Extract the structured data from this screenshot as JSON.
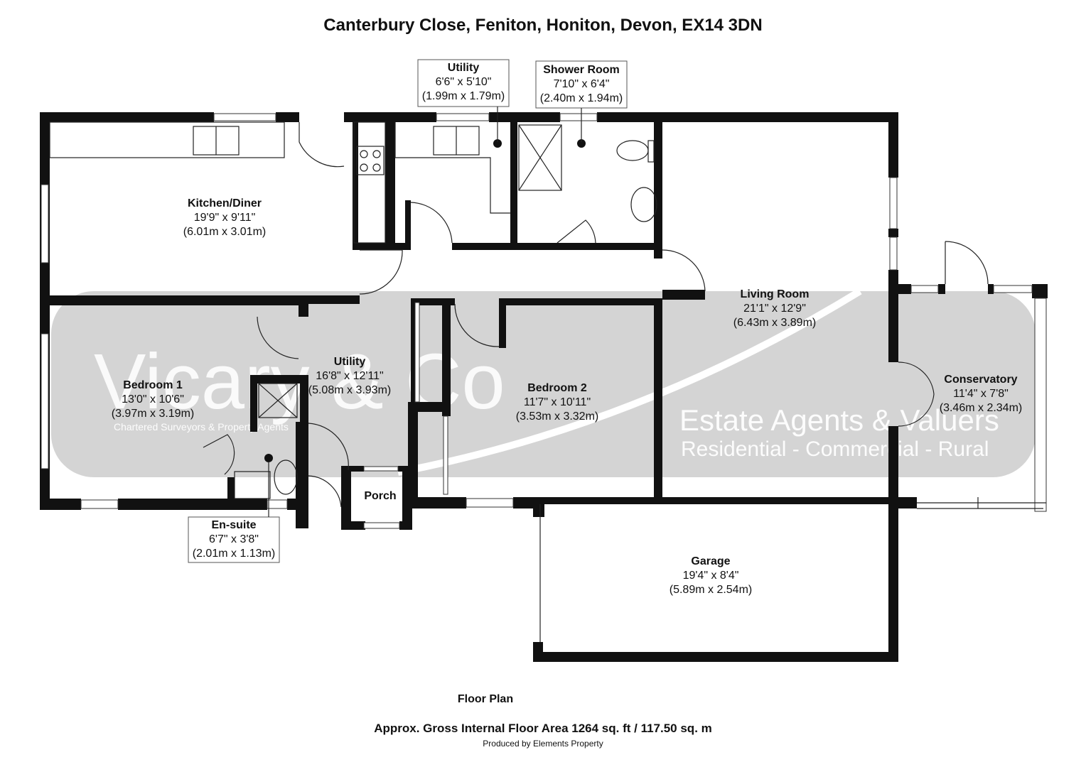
{
  "header": {
    "address": "Canterbury Close, Feniton, Honiton, Devon, EX14 3DN"
  },
  "rooms": {
    "kitchen": {
      "name": "Kitchen/Diner",
      "imperial": "19'9\" x 9'11\"",
      "metric": "(6.01m x 3.01m)"
    },
    "utility_top": {
      "name": "Utility",
      "imperial": "6'6\" x 5'10\"",
      "metric": "(1.99m x 1.79m)"
    },
    "shower": {
      "name": "Shower Room",
      "imperial": "7'10\" x 6'4\"",
      "metric": "(2.40m x 1.94m)"
    },
    "living": {
      "name": "Living Room",
      "imperial": "21'1\" x 12'9\"",
      "metric": "(6.43m x 3.89m)"
    },
    "conservatory": {
      "name": "Conservatory",
      "imperial": "11'4\" x 7'8\"",
      "metric": "(3.46m x 2.34m)"
    },
    "bedroom1": {
      "name": "Bedroom 1",
      "imperial": "13'0\" x 10'6\"",
      "metric": "(3.97m x 3.19m)"
    },
    "utility_mid": {
      "name": "Utility",
      "imperial": "16'8\" x 12'11\"",
      "metric": "(5.08m x 3.93m)"
    },
    "bedroom2": {
      "name": "Bedroom 2",
      "imperial": "11'7\" x 10'11\"",
      "metric": "(3.53m x 3.32m)"
    },
    "porch": {
      "name": "Porch"
    },
    "ensuite": {
      "name": "En-suite",
      "imperial": "6'7\" x 3'8\"",
      "metric": "(2.01m x 1.13m)"
    },
    "garage": {
      "name": "Garage",
      "imperial": "19'4\" x 8'4\"",
      "metric": "(5.89m x 2.54m)"
    }
  },
  "watermark": {
    "brand": "Vicary & Co",
    "tagline": "Chartered Surveyors & Property Agents",
    "line1": "Estate Agents & Valuers",
    "line2": "Residential - Commercial - Rural"
  },
  "footer": {
    "plan_label": "Floor Plan",
    "area": "Approx. Gross Internal Floor Area 1264 sq. ft / 117.50 sq. m",
    "credit": "Produced by Elements Property"
  },
  "colors": {
    "wall": "#111111",
    "watermark_band": "#d4d4d4"
  }
}
